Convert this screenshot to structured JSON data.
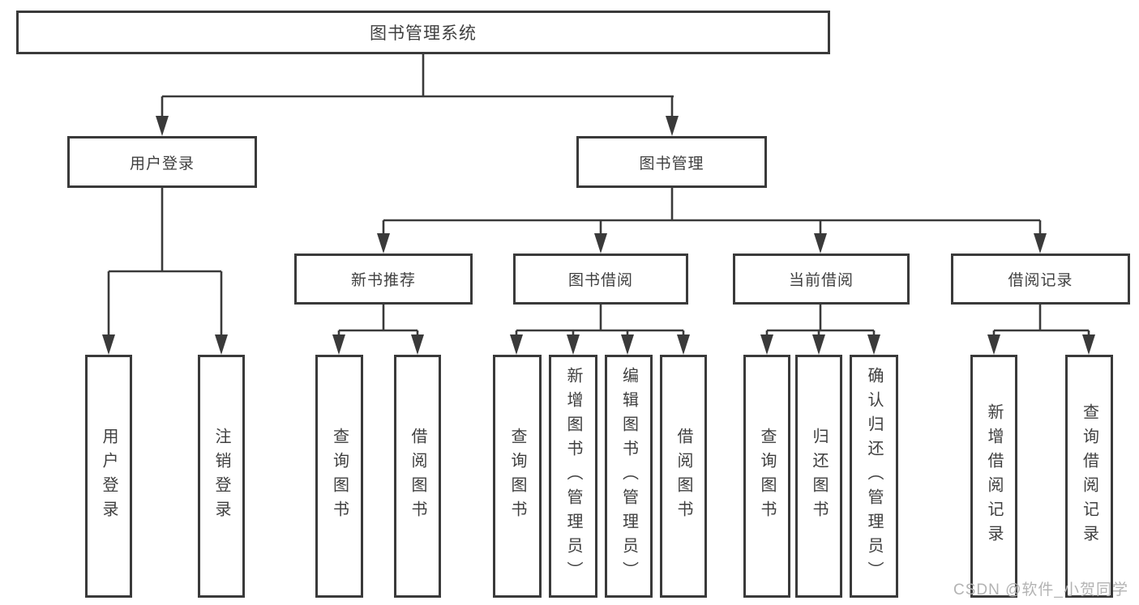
{
  "diagram": {
    "root": {
      "label": "图书管理系统"
    },
    "branches": [
      {
        "label": "用户登录",
        "children": [
          {
            "label": "用户登录"
          },
          {
            "label": "注销登录"
          }
        ]
      },
      {
        "label": "图书管理",
        "sections": [
          {
            "label": "新书推荐",
            "children": [
              {
                "label": "查询图书"
              },
              {
                "label": "借阅图书"
              }
            ]
          },
          {
            "label": "图书借阅",
            "children": [
              {
                "label": "查询图书"
              },
              {
                "label": "新增图书（管理员）"
              },
              {
                "label": "编辑图书（管理员）"
              },
              {
                "label": "借阅图书"
              }
            ]
          },
          {
            "label": "当前借阅",
            "children": [
              {
                "label": "查询图书"
              },
              {
                "label": "归还图书"
              },
              {
                "label": "确认归还（管理员）"
              }
            ]
          },
          {
            "label": "借阅记录",
            "children": [
              {
                "label": "新增借阅记录"
              },
              {
                "label": "查询借阅记录"
              }
            ]
          }
        ]
      }
    ]
  },
  "watermark": {
    "text": "CSDN @软件_小贺同学"
  },
  "colors": {
    "line": "#3a3a3a",
    "box_border": "#3a3a3a",
    "text": "#3f3f3f",
    "watermark": "#b3b3b3",
    "background": "#ffffff"
  }
}
